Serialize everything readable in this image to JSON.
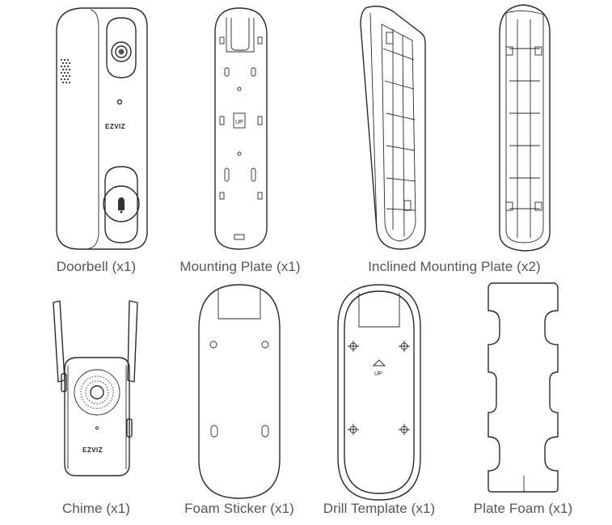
{
  "items": [
    {
      "label": "Doorbell (x1)"
    },
    {
      "label": "Mounting Plate (x1)"
    },
    {
      "label": "Inclined Mounting Plate (x2)"
    },
    {
      "label": "Chime (x1)"
    },
    {
      "label": "Foam Sticker (x1)"
    },
    {
      "label": "Drill Template (x1)"
    },
    {
      "label": "Plate Foam (x1)"
    }
  ],
  "doorbell": {
    "brand": "EZVIZ"
  },
  "chime": {
    "brand": "EZVIZ"
  },
  "mounting_plate": {
    "marking": "UP"
  },
  "drill_template": {
    "marking": "UP"
  }
}
